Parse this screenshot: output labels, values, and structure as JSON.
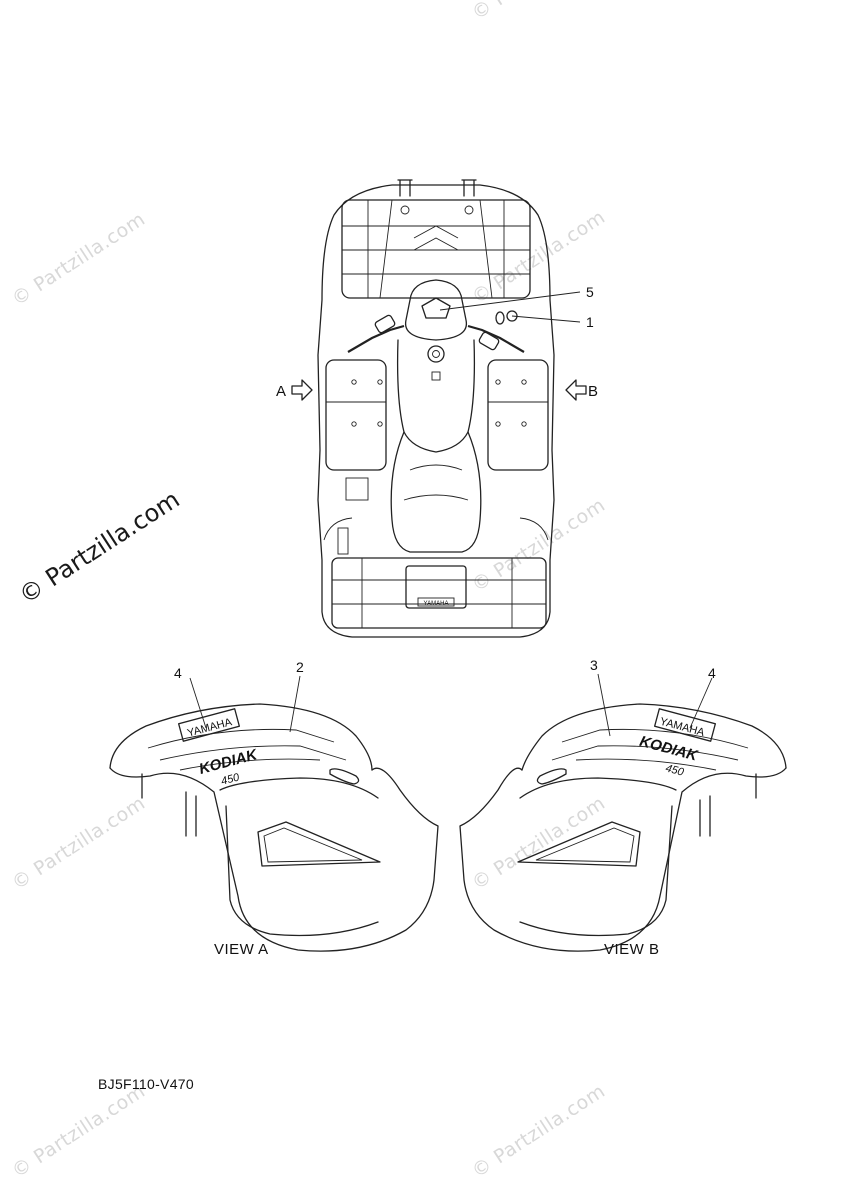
{
  "watermark": {
    "text": "© Partzilla.com",
    "main_text": "© Partzilla.com"
  },
  "callouts": {
    "c1": "1",
    "c2": "2",
    "c3": "3",
    "c4a": "4",
    "c4b": "4",
    "c5": "5"
  },
  "view_arrows": {
    "a": "A",
    "b": "B"
  },
  "captions": {
    "view_a": "VIEW A",
    "view_b": "VIEW B"
  },
  "decal_text": {
    "brand": "YAMAHA",
    "model": "KODIAK",
    "model_sub": "450"
  },
  "reference_code": "BJ5F110-V470",
  "colors": {
    "line": "#222222",
    "watermark": "#d8d8d8",
    "background": "#ffffff"
  }
}
